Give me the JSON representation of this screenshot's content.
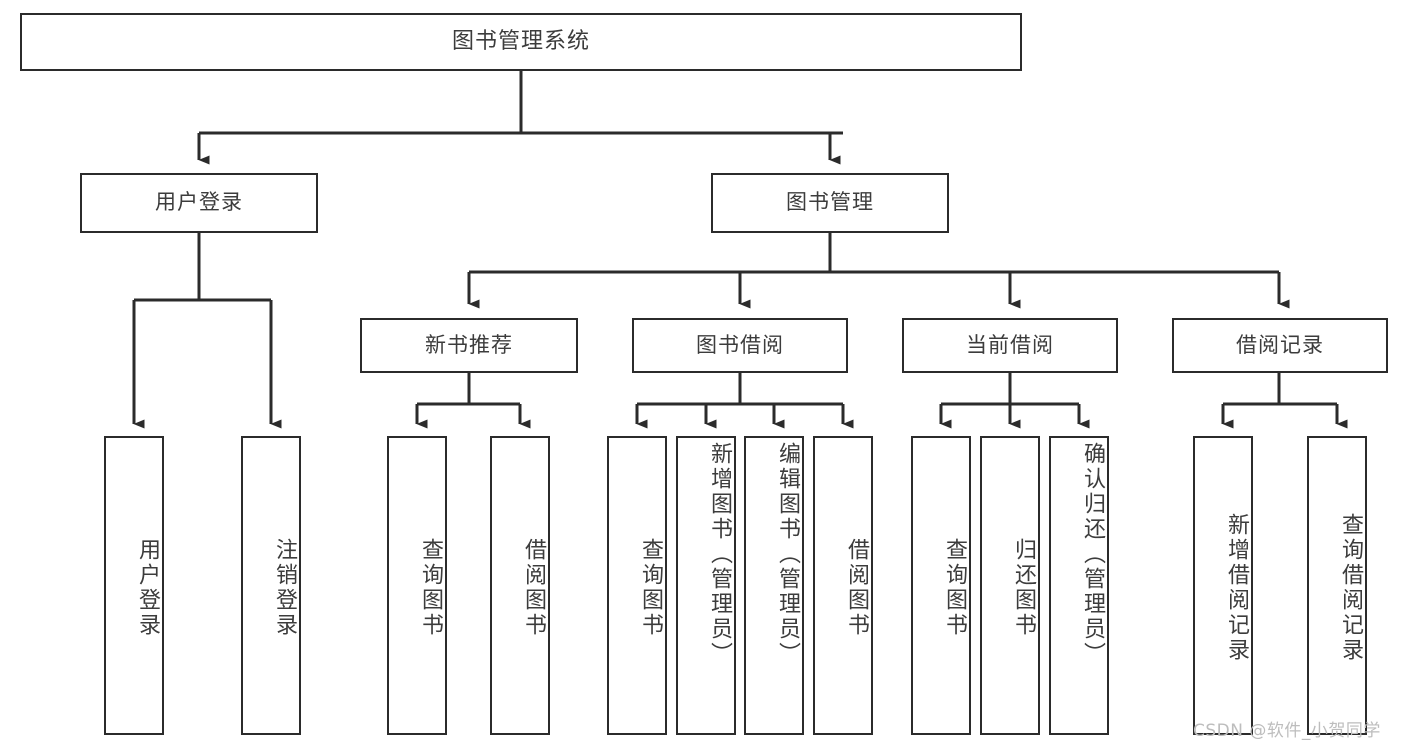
{
  "diagram": {
    "title": "图书管理系统",
    "type": "tree-hierarchy-chart",
    "watermark": "CSDN @软件_小贺同学",
    "colors": {
      "border": "#2b2b2b",
      "text": "#3c3c3c",
      "background": "#ffffff",
      "connector": "#2b2b2b",
      "watermark": "#bdbdbd"
    }
  },
  "nodes": {
    "root": {
      "label": "图书管理系统"
    },
    "level2": [
      {
        "label": "用户登录"
      },
      {
        "label": "图书管理"
      }
    ],
    "level3": [
      {
        "label": "新书推荐"
      },
      {
        "label": "图书借阅"
      },
      {
        "label": "当前借阅"
      },
      {
        "label": "借阅记录"
      }
    ],
    "leaves": {
      "user_login": [
        {
          "label": "用户登录"
        },
        {
          "label": "注销登录"
        }
      ],
      "new_book_recommend": [
        {
          "label": "查询图书"
        },
        {
          "label": "借阅图书"
        }
      ],
      "book_borrow": [
        {
          "label": "查询图书"
        },
        {
          "label": "新增图书（管理员）"
        },
        {
          "label": "编辑图书（管理员）"
        },
        {
          "label": "借阅图书"
        }
      ],
      "current_borrow": [
        {
          "label": "查询图书"
        },
        {
          "label": "归还图书"
        },
        {
          "label": "确认归还（管理员）"
        }
      ],
      "borrow_record": [
        {
          "label": "新增借阅记录"
        },
        {
          "label": "查询借阅记录"
        }
      ]
    }
  }
}
